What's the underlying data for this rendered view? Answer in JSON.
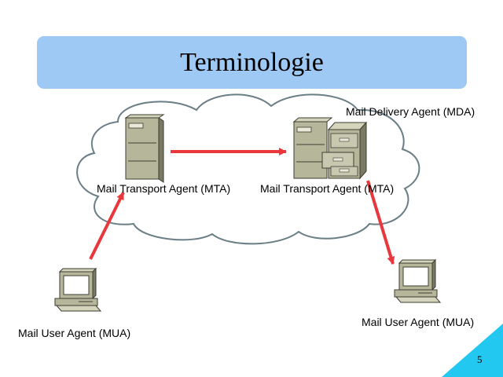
{
  "slide": {
    "title": "Terminologie",
    "page_number": "5"
  },
  "diagram": {
    "nodes": {
      "mta_left": "Mail Transport Agent (MTA)",
      "mta_right": "Mail Transport Agent (MTA)",
      "mda": "Mail Delivery Agent (MDA)",
      "mua_left": "Mail User Agent (MUA)",
      "mua_right": "Mail User Agent (MUA)"
    },
    "icons": {
      "mta_left": "server-icon",
      "mta_right": "server-icon",
      "mda": "filing-cabinet-icon",
      "mua_left": "computer-icon",
      "mua_right": "computer-icon"
    },
    "edges": [
      {
        "from": "mua_left",
        "to": "mta_left"
      },
      {
        "from": "mta_left",
        "to": "mta_right"
      },
      {
        "from": "mta_right",
        "to": "mua_right"
      }
    ]
  },
  "colors": {
    "title_bar": "#9ec9f5",
    "cloud_outline": "#6a7e86",
    "arrow": "#e8383d",
    "corner": "#22c8f0",
    "device_body": "#b6b69a"
  }
}
